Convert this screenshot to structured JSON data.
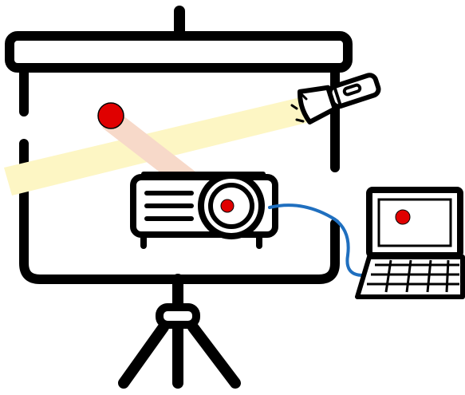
{
  "colors": {
    "outline": "#000000",
    "background": "#ffffff",
    "dot": "#e00000",
    "flashlight_beam": "#fdf6c4",
    "projector_beam": "#f7d9c9",
    "cable": "#1f6fbf"
  },
  "icons": [
    "projection-screen-icon",
    "tripod-stand-icon",
    "flashlight-icon",
    "projector-icon",
    "laptop-icon",
    "usb-cable-icon"
  ],
  "red_dots": [
    "red-dot-on-screen",
    "red-dot-on-projector-lens",
    "red-dot-on-laptop-display"
  ]
}
